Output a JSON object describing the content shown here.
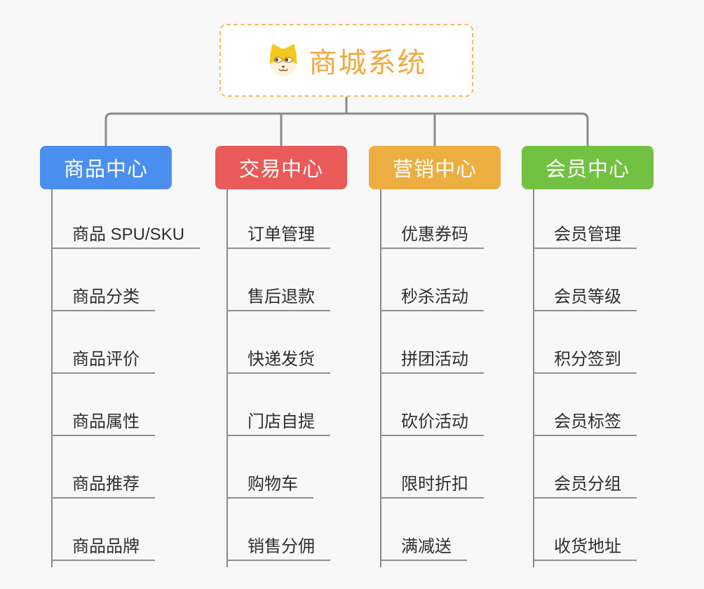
{
  "root": {
    "title": "商城系统",
    "icon": "dog-face-icon",
    "title_color": "#f1a93f",
    "border_color": "#f4b964"
  },
  "branches": [
    {
      "label": "商品中心",
      "color": "#4a8fee",
      "items": [
        "商品 SPU/SKU",
        "商品分类",
        "商品评价",
        "商品属性",
        "商品推荐",
        "商品品牌"
      ]
    },
    {
      "label": "交易中心",
      "color": "#ea5a58",
      "items": [
        "订单管理",
        "售后退款",
        "快递发货",
        "门店自提",
        "购物车",
        "销售分佣"
      ]
    },
    {
      "label": "营销中心",
      "color": "#ecae41",
      "items": [
        "优惠券码",
        "秒杀活动",
        "拼团活动",
        "砍价活动",
        "限时折扣",
        "满减送"
      ]
    },
    {
      "label": "会员中心",
      "color": "#72c142",
      "items": [
        "会员管理",
        "会员等级",
        "积分签到",
        "会员标签",
        "会员分组",
        "收货地址"
      ]
    }
  ],
  "colors": {
    "background": "#f8f8f8",
    "connector_gray": "#8a8a8a",
    "item_underline_gray": "#8f8f8f",
    "item_text": "#2e2e2e"
  }
}
